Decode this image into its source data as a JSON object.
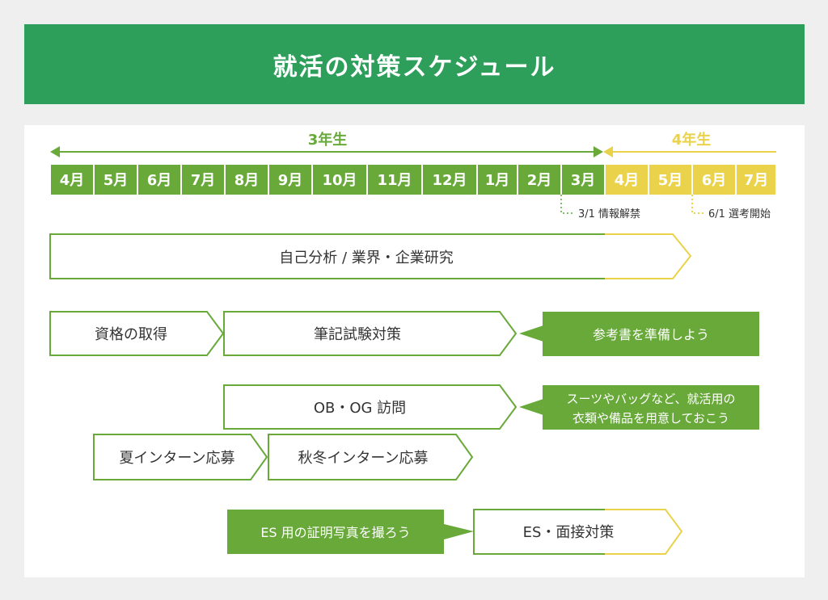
{
  "title": "就活の対策スケジュール",
  "colors": {
    "header": "#2e9e5b",
    "green": "#68a93a",
    "yellow": "#ead24a",
    "text": "#333333",
    "note_dots": "#7fbf6a"
  },
  "years": {
    "third": "3年生",
    "fourth": "4年生"
  },
  "months": {
    "third_year": [
      "4月",
      "5月",
      "6月",
      "7月",
      "8月",
      "9月",
      "10月",
      "11月",
      "12月",
      "1月",
      "2月",
      "3月"
    ],
    "fourth_year": [
      "4月",
      "5月",
      "6月",
      "7月"
    ]
  },
  "milestones": {
    "info_release": "3/1 情報解禁",
    "selection_start": "6/1 選考開始"
  },
  "tasks": {
    "self_analysis": "自己分析 / 業界・企業研究",
    "qualification": "資格の取得",
    "written_test": "筆記試験対策",
    "ob_og": "OB・OG 訪問",
    "summer_intern": "夏インターン応募",
    "autumn_winter_intern": "秋冬インターン応募",
    "es_interview": "ES・面接対策"
  },
  "notes": {
    "reference_book": "参考書を準備しよう",
    "suit_line1": "スーツやバッグなど、就活用の",
    "suit_line2": "衣類や備品を用意しておこう",
    "photo": "ES 用の証明写真を撮ろう"
  }
}
